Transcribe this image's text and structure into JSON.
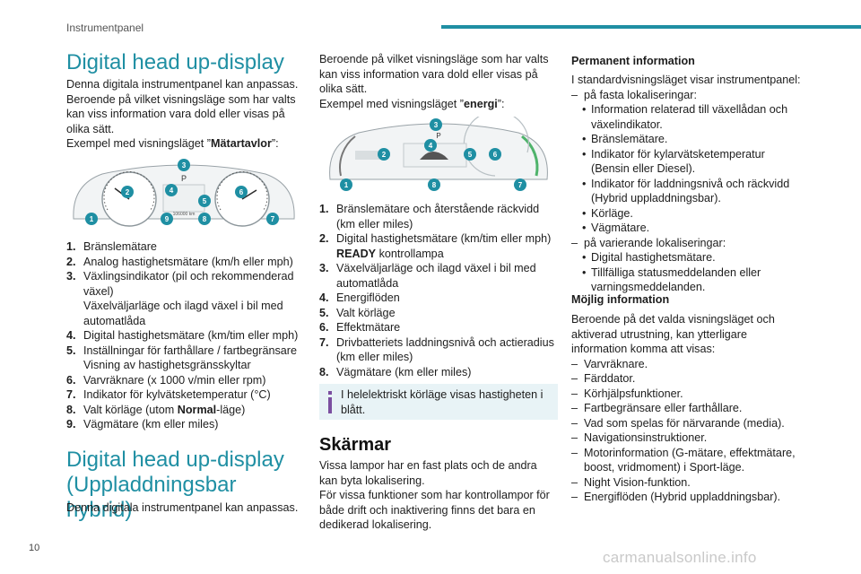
{
  "header": {
    "section_label": "Instrumentpanel",
    "page_number": "10"
  },
  "watermark": "carmanualsonline.info",
  "col1": {
    "title": "Digital head up-display",
    "intro_1": "Denna digitala instrumentpanel kan anpassas. Beroende på vilket visningsläge som har valts kan viss information vara dold eller visas på olika sätt.",
    "intro_2_prefix": "Exempel med visningsläget ”",
    "intro_2_bold": "Mätartavlor",
    "intro_2_suffix": "”:",
    "figure": {
      "badge_numbers": [
        "1",
        "2",
        "3",
        "4",
        "5",
        "6",
        "7",
        "8",
        "9"
      ],
      "gear_letter": "P",
      "odo": "106000 km"
    },
    "items": [
      {
        "n": "1.",
        "text": "Bränslemätare"
      },
      {
        "n": "2.",
        "text": "Analog hastighetsmätare (km/h eller mph)"
      },
      {
        "n": "3.",
        "text": "Växlingsindikator (pil och rekommenderad växel)",
        "extra": "Växelväljarläge och ilagd växel i bil med automatlåda"
      },
      {
        "n": "4.",
        "text": "Digital hastighetsmätare (km/tim eller mph)"
      },
      {
        "n": "5.",
        "text": "Inställningar för farthållare / fartbegränsare Visning av hastighetsgränsskyltar"
      },
      {
        "n": "6.",
        "text": "Varvräknare (x 1000 v/min eller rpm)"
      },
      {
        "n": "7.",
        "text": "Indikator för kylvätsketemperatur (°C)"
      },
      {
        "n": "8.",
        "text_prefix": "Valt körläge (utom ",
        "text_bold": "Normal",
        "text_suffix": "-läge)"
      },
      {
        "n": "9.",
        "text": "Vägmätare (km eller miles)"
      }
    ],
    "title_2": "Digital head up-display (Uppladdningsbar hybrid)",
    "outro": "Denna digitala instrumentpanel kan anpassas."
  },
  "col2": {
    "intro_1": "Beroende på vilket visningsläge som har valts kan viss information vara dold eller visas på olika sätt.",
    "intro_2_prefix": "Exempel med visningsläget ”",
    "intro_2_bold": "energi",
    "intro_2_suffix": "”:",
    "figure": {
      "gear_letter": "P",
      "badge_numbers": [
        "1",
        "2",
        "3",
        "4",
        "5",
        "6",
        "7",
        "8"
      ]
    },
    "items": [
      {
        "n": "1.",
        "text": "Bränslemätare och återstående räckvidd (km eller miles)"
      },
      {
        "n": "2.",
        "text": "Digital hastighetsmätare (km/tim eller mph)",
        "bold_line": "READY",
        "bold_suffix": " kontrollampa"
      },
      {
        "n": "3.",
        "text": "Växelväljarläge och ilagd växel i bil med automatlåda"
      },
      {
        "n": "4.",
        "text": "Energiflöden"
      },
      {
        "n": "5.",
        "text": "Valt körläge"
      },
      {
        "n": "6.",
        "text": "Effektmätare"
      },
      {
        "n": "7.",
        "text": "Drivbatteriets laddningsnivå och actieradius (km eller miles)"
      },
      {
        "n": "8.",
        "text": "Vägmätare (km eller miles)"
      }
    ],
    "info_text": "I helelektriskt körläge visas hastigheten i blått.",
    "heading_screens": "Skärmar",
    "screens_1": "Vissa lampor har en fast plats och de andra kan byta lokalisering.",
    "screens_2": "För vissa funktioner som har kontrollampor för både drift och inaktivering finns det bara en dedikerad lokalisering."
  },
  "col3": {
    "permanent_heading": "Permanent information",
    "permanent_intro": "I standardvisningsläget visar instrumentpanel:",
    "fixed_label": "på fasta lokaliseringar:",
    "fixed_items": [
      "Information relaterad till växellådan och växelindikator.",
      "Bränslemätare.",
      "Indikator för kylarvätsketemperatur (Bensin eller Diesel).",
      "Indikator för laddningsnivå och räckvidd (Hybrid uppladdningsbar).",
      "Körläge.",
      "Vägmätare."
    ],
    "varying_label": "på varierande lokaliseringar:",
    "varying_items": [
      "Digital hastighetsmätare.",
      "Tillfälliga statusmeddelanden eller varningsmeddelanden."
    ],
    "possible_heading": "Möjlig information",
    "possible_intro": "Beroende på det valda visningsläget och aktiverad utrustning, kan ytterligare information komma att visas:",
    "possible_items": [
      "Varvräknare.",
      "Färddator.",
      "Körhjälpsfunktioner.",
      "Fartbegränsare eller farthållare.",
      "Vad som spelas för närvarande (media).",
      "Navigationsinstruktioner.",
      "Motorinformation (G-mätare, effektmätare, boost, vridmoment) i Sport-läge.",
      "Night Vision-funktion.",
      "Energiflöden (Hybrid uppladdningsbar)."
    ]
  },
  "colors": {
    "accent": "#1f8fa3",
    "info_box": "#e8f3f6",
    "info_icon": "#7b4fa0"
  }
}
